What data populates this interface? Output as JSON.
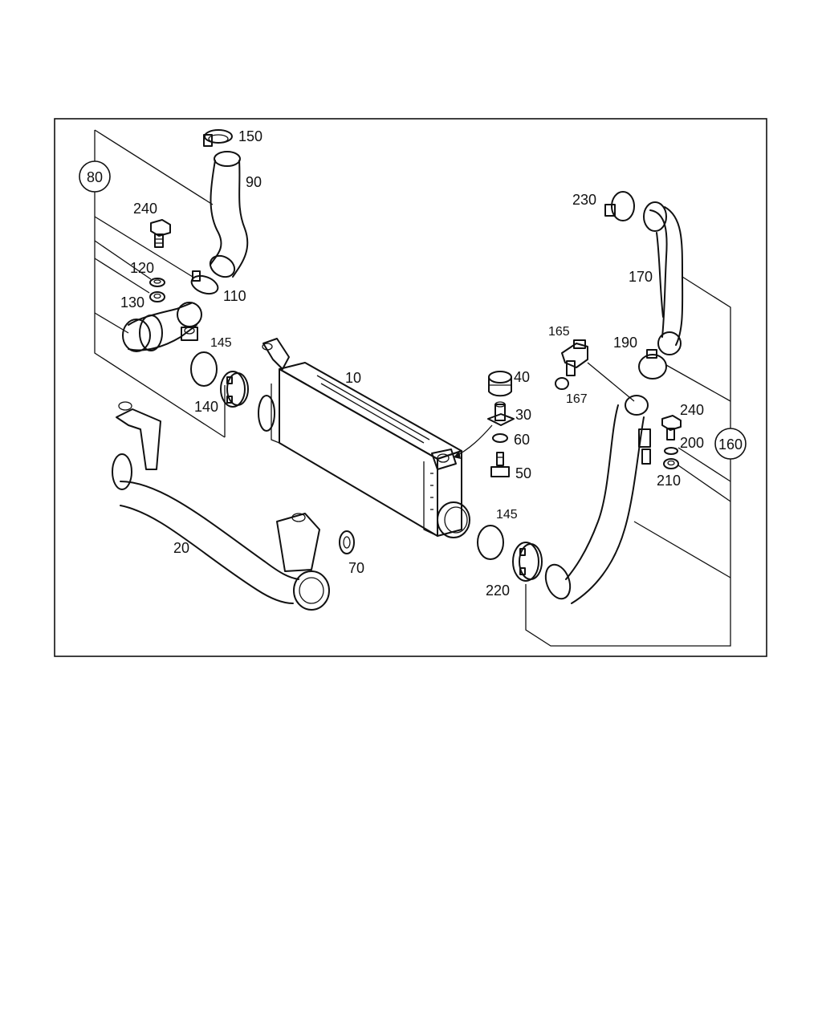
{
  "labels": {
    "p10": "10",
    "p20": "20",
    "p30": "30",
    "p40": "40",
    "p50": "50",
    "p60": "60",
    "p70": "70",
    "p80": "80",
    "p90": "90",
    "p110": "110",
    "p120": "120",
    "p130": "130",
    "p140": "140",
    "p145a": "145",
    "p145b": "145",
    "p150": "150",
    "p160": "160",
    "p165": "165",
    "p167": "167",
    "p170": "170",
    "p190": "190",
    "p200": "200",
    "p210": "210",
    "p220": "220",
    "p230": "230",
    "p240a": "240",
    "p240b": "240"
  }
}
